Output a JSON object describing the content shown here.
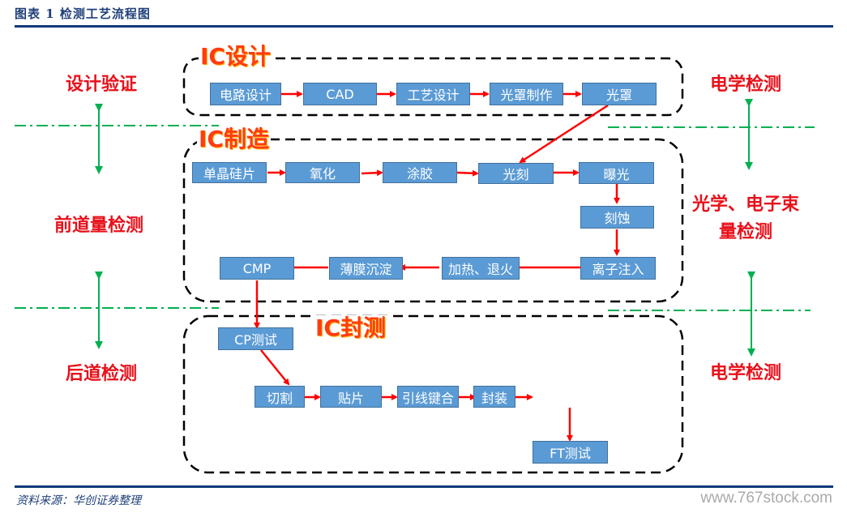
{
  "header": {
    "title": "图表 1   检测工艺流程图"
  },
  "sections": {
    "design": {
      "label": "IC设计",
      "steps": [
        "电路设计",
        "CAD",
        "工艺设计",
        "光罩制作",
        "光罩"
      ]
    },
    "manufacturing": {
      "label": "IC制造",
      "steps": [
        "单晶硅片",
        "氧化",
        "涂胶",
        "光刻",
        "曝光",
        "刻蚀",
        "离子注入",
        "加热、退火",
        "薄膜沉淀",
        "CMP"
      ]
    },
    "packaging": {
      "label": "IC封测",
      "steps": [
        "CP测试",
        "切割",
        "贴片",
        "引线键合",
        "封装",
        "FT测试"
      ]
    }
  },
  "left_labels": [
    "设计验证",
    "前道量检测",
    "后道检测"
  ],
  "right_labels": [
    "电学检测",
    "光学、电子束量检测",
    "电学检测"
  ],
  "right_label_lines": [
    "光学、电子束",
    "量检测"
  ],
  "colors": {
    "box": "#5b9bd5",
    "arrow": "#ff0000",
    "divider": "#00b050",
    "label": "#e8111a"
  },
  "footer": {
    "source": "资料来源：华创证券整理",
    "watermark": "www.767stock.com"
  }
}
